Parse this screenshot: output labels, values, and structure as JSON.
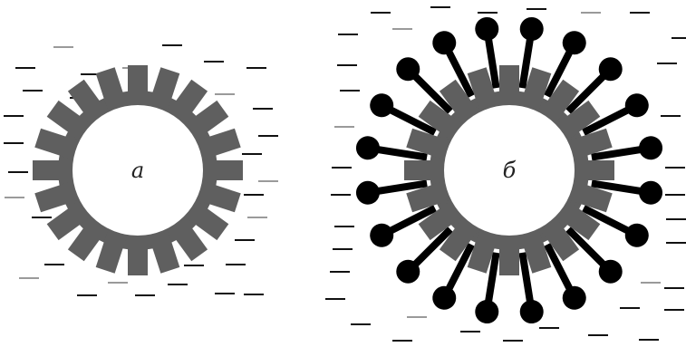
{
  "labels": {
    "left": "а",
    "right": "б"
  },
  "colors": {
    "background": "#ffffff",
    "shell": "#5f5f5f",
    "surfactant": "#000000",
    "dash_dark": "#111111",
    "dash_light": "#9a9a9a"
  },
  "particles": [
    {
      "id": "a",
      "teeth": 20,
      "has_surfactant": false
    },
    {
      "id": "b",
      "teeth": 20,
      "has_surfactant": true,
      "surfactant_count": 20
    }
  ]
}
